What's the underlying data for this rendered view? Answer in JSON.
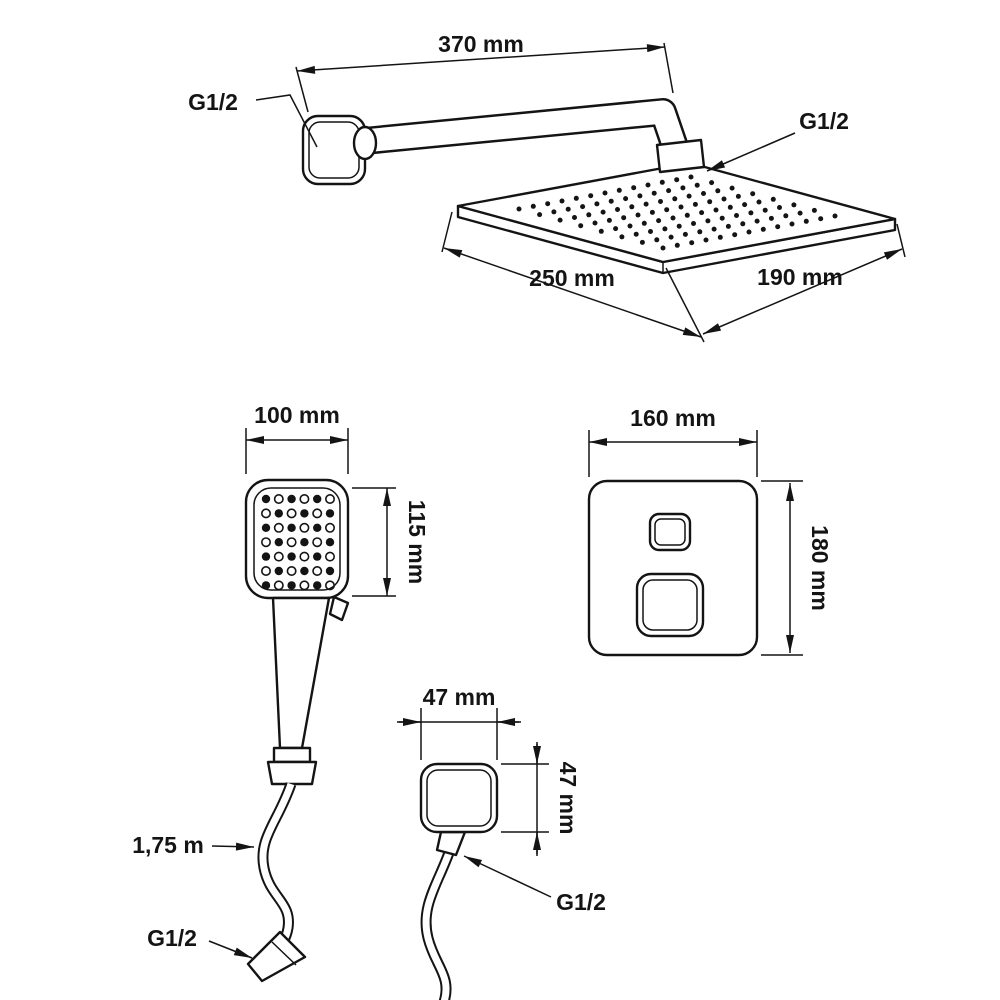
{
  "drawing": {
    "background": "#ffffff",
    "line_color": "#141414"
  },
  "overhead_shower": {
    "arm_length": "370 mm",
    "wall_thread": "G1/2",
    "head_thread": "G1/2",
    "head_width": "250 mm",
    "head_depth": "190 mm"
  },
  "hand_shower": {
    "head_width": "100 mm",
    "head_height": "115 mm",
    "hose_length": "1,75 m",
    "hose_thread": "G1/2"
  },
  "control_plate": {
    "width": "160 mm",
    "height": "180 mm"
  },
  "wall_outlet": {
    "width": "47 mm",
    "height": "47 mm",
    "thread": "G1/2"
  }
}
